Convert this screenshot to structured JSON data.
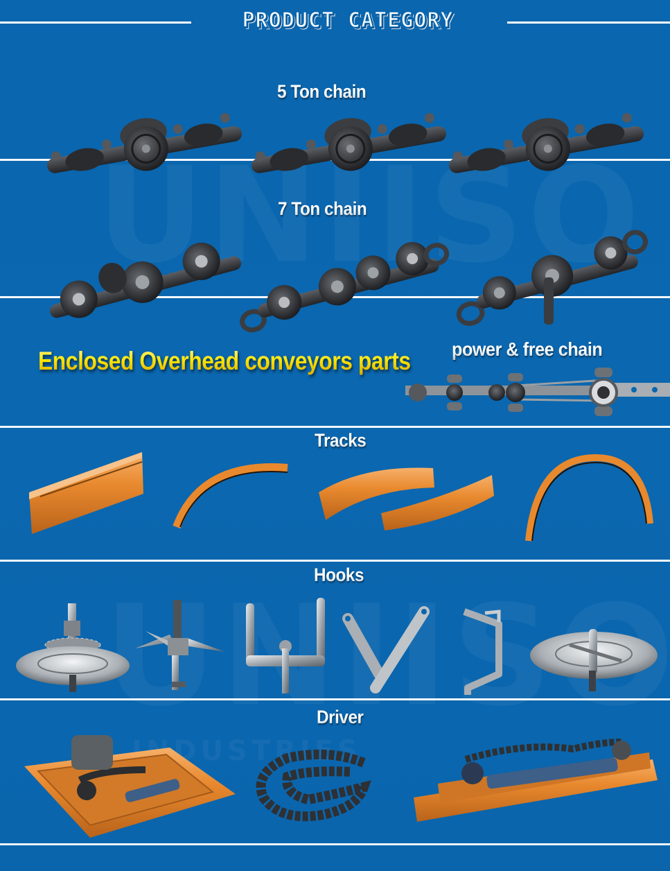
{
  "header": {
    "title": "PRODUCT CATEGORY"
  },
  "watermark": {
    "brand": "UNIISO",
    "subtitle": "INDUSTRIES"
  },
  "sections": {
    "five_ton": {
      "title": "5 Ton chain",
      "items": [
        "5 ton chain trolley 1",
        "5 ton chain trolley 2",
        "5 ton chain trolley 3"
      ]
    },
    "seven_ton": {
      "title": "7 Ton chain",
      "items": [
        "7 ton chain trolley 1",
        "7 ton chain trolley 2",
        "7 ton chain trolley 3"
      ]
    },
    "enclosed": {
      "title": "Enclosed Overhead conveyors parts"
    },
    "power_free": {
      "title": "power & free chain"
    },
    "tracks": {
      "title": "Tracks",
      "items": [
        "straight track",
        "curved track",
        "track segments",
        "arched track"
      ]
    },
    "hooks": {
      "title": "Hooks",
      "items": [
        "disc hook with sprocket",
        "star hook",
        "double hook",
        "V hook",
        "offset J hook",
        "disc hook"
      ]
    },
    "driver": {
      "title": "Driver",
      "items": [
        "drive unit",
        "drive chain",
        "linear drive assembly"
      ]
    }
  },
  "colors": {
    "background": "#0a66ae",
    "divider": "#f4f8fb",
    "track_orange": "#e8892e",
    "chain_dark": "#2e3033",
    "title_yellow": "#ffe600"
  }
}
